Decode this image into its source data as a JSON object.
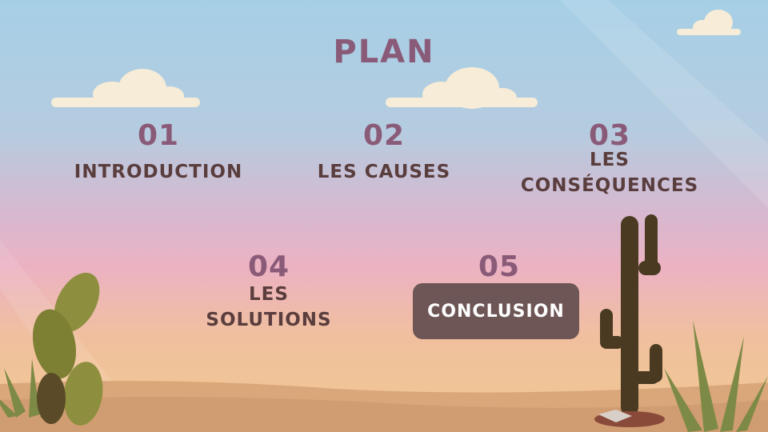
{
  "title": "PLAN",
  "items": [
    {
      "number": "01",
      "label": "INTRODUCTION"
    },
    {
      "number": "02",
      "label": "LES CAUSES"
    },
    {
      "number": "03",
      "label_line1": "LES",
      "label_line2": "CONSÉQUENCES"
    },
    {
      "number": "04",
      "label_line1": "LES",
      "label_line2": "SOLUTIONS"
    },
    {
      "number": "05",
      "label": "CONCLUSION"
    }
  ],
  "colors": {
    "title": "#8a5b78",
    "label": "#5a3d3d",
    "button_bg": "#6e5656",
    "sand": "#d9a77a",
    "cactus": "#4a3a22"
  }
}
